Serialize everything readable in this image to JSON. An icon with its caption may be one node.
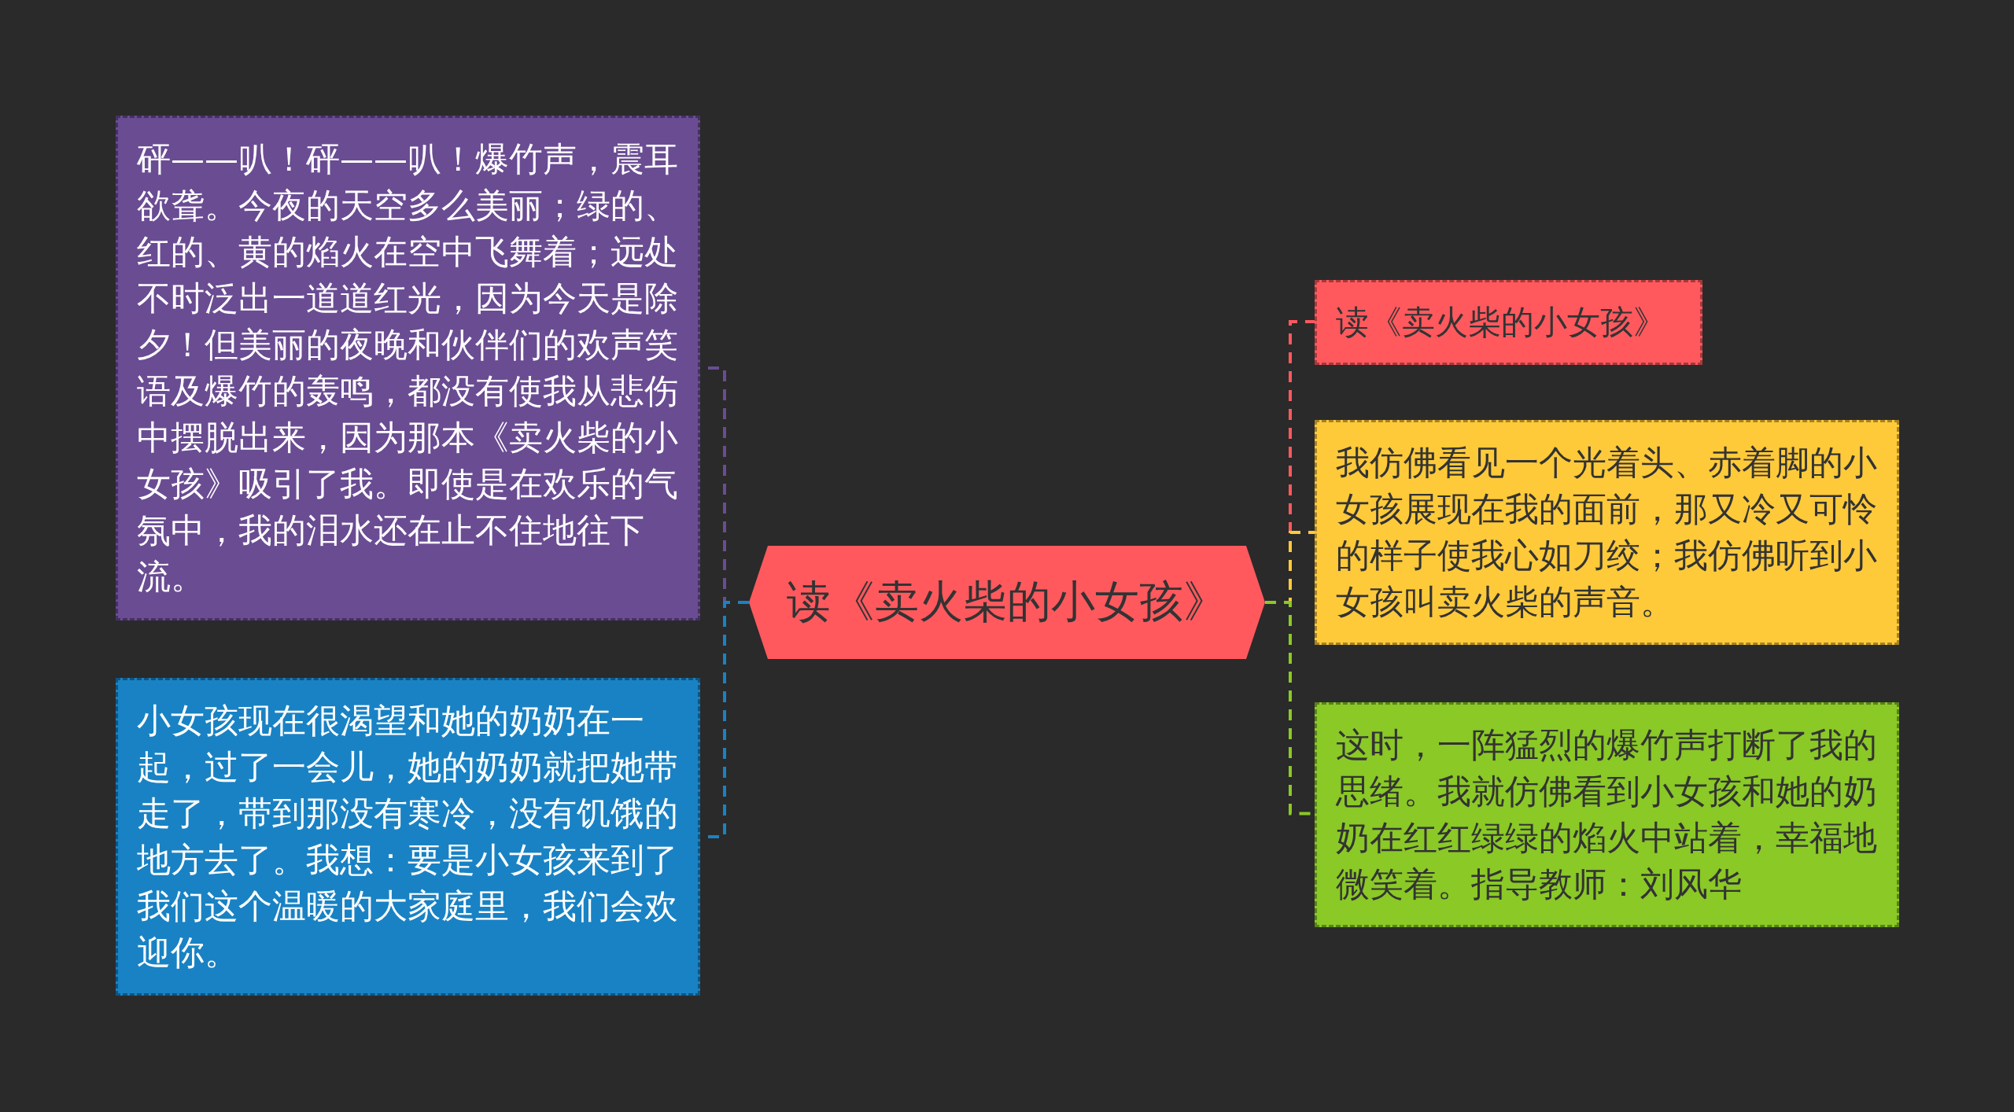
{
  "diagram": {
    "nodes": [
      {
        "text": [
          "读《卖火柴的小女孩》"
        ]
      },
      {
        "text": [
          "砰——叭！砰——叭！爆竹声，震耳欲聋。今夜的天空多么美丽；绿的、红的、黄的焰火在空中飞舞着；远处不时泛出一道道红光，因为今天是除夕！但美丽的夜晚和伙伴们的欢声笑语及爆竹的轰鸣，都没有使我从悲伤中摆脱出来，因为那本《卖火柴的小女孩》吸引了我。即使是在欢乐的气氛中，我的泪水还在止不住地往下流。"
        ]
      },
      {
        "text": [
          "小女孩现在很渴望和她的奶奶在一起，过了一会儿，她的奶奶就把她带走了，带到那没有寒冷，没有饥饿的地方去了。我想：要是小女孩来到了我们这个温暖的大家庭里，我们会欢迎你。"
        ]
      },
      {
        "text": [
          "读《卖火柴的小女孩》"
        ]
      },
      {
        "text": [
          "我仿佛看见一个光着头、赤着脚的小女孩展现在我的面前，那又冷又可怜的样子使我心如刀绞；我仿佛听到小女孩叫卖火柴的声音。"
        ]
      },
      {
        "text": [
          "这时，一阵猛烈的爆竹声打断了我的思绪。我就仿佛看到小女孩和她的奶奶在红红绿绿的焰火中站着，幸福地微笑着。指导教师：刘风华"
        ]
      }
    ],
    "edges": [
      {
        "from": 0,
        "to": 1,
        "arrow": "none",
        "style": "dashed",
        "color": "#6a4c93"
      },
      {
        "from": 0,
        "to": 2,
        "arrow": "none",
        "style": "dashed",
        "color": "#1982c4"
      },
      {
        "from": 0,
        "to": 3,
        "arrow": "none",
        "style": "dashed",
        "color": "#ff595e"
      },
      {
        "from": 0,
        "to": 4,
        "arrow": "none",
        "style": "dashed",
        "color": "#ffca3a"
      },
      {
        "from": 0,
        "to": 5,
        "arrow": "none",
        "style": "dashed",
        "color": "#8ac926"
      }
    ]
  }
}
